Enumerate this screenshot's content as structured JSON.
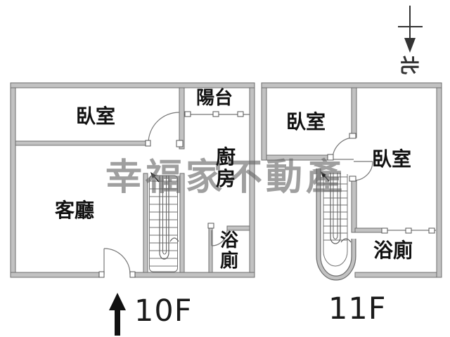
{
  "compass": {
    "north_label": "北"
  },
  "watermark": {
    "text": "幸福家不動產"
  },
  "floor_left": {
    "label": "10F",
    "rooms": {
      "bedroom": "臥室",
      "balcony": "陽台",
      "kitchen": "廚房",
      "living_room": "客廳",
      "bathroom": "浴廁"
    }
  },
  "floor_right": {
    "label": "11F",
    "rooms": {
      "bedroom_left": "臥室",
      "bedroom_right": "臥室",
      "bathroom": "浴廁"
    }
  },
  "colors": {
    "wall_fill": "#c2c2c2",
    "wall_edge": "#6e6e6e",
    "thin_line": "#555555",
    "text": "#111111",
    "watermark_gray": "#646464"
  }
}
